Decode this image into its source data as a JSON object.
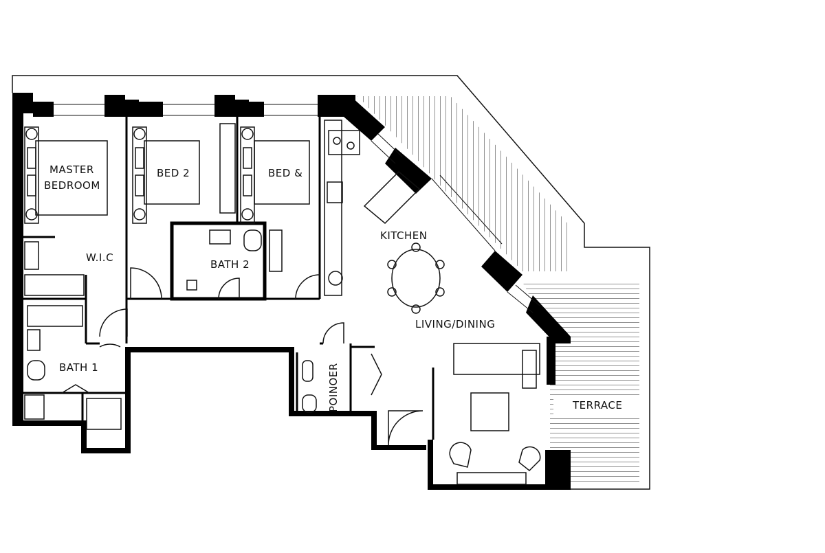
{
  "rooms": {
    "master_bedroom_line1": "MASTER",
    "master_bedroom_line2": "BEDROOM",
    "bed2": "BED 2",
    "bed3": "BED &",
    "wic": "W.I.C",
    "bath2": "BATH 2",
    "bath1": "BATH 1",
    "kitchen": "KITCHEN",
    "living_dining": "LIVING/DINING",
    "powder": "POINOER",
    "terrace": "TERRACE"
  },
  "colors": {
    "wall": "#000000",
    "line": "#111111",
    "background": "#ffffff"
  }
}
